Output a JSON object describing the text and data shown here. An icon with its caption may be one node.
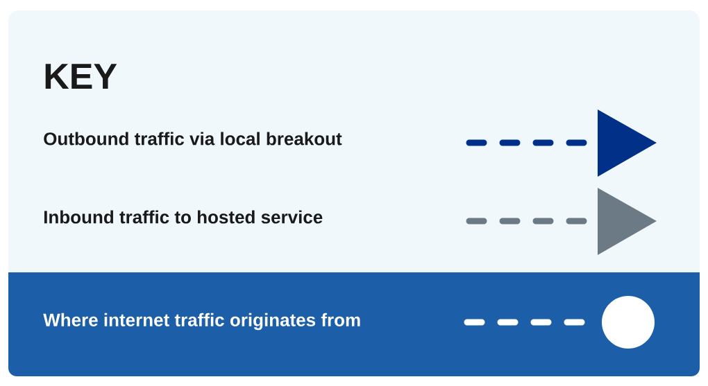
{
  "diagram": {
    "title": "KEY",
    "legend": [
      {
        "text": "Outbound traffic via local breakout"
      },
      {
        "text": "Inbound traffic to hosted service"
      },
      {
        "text": "Where internet traffic originates from"
      }
    ]
  }
}
